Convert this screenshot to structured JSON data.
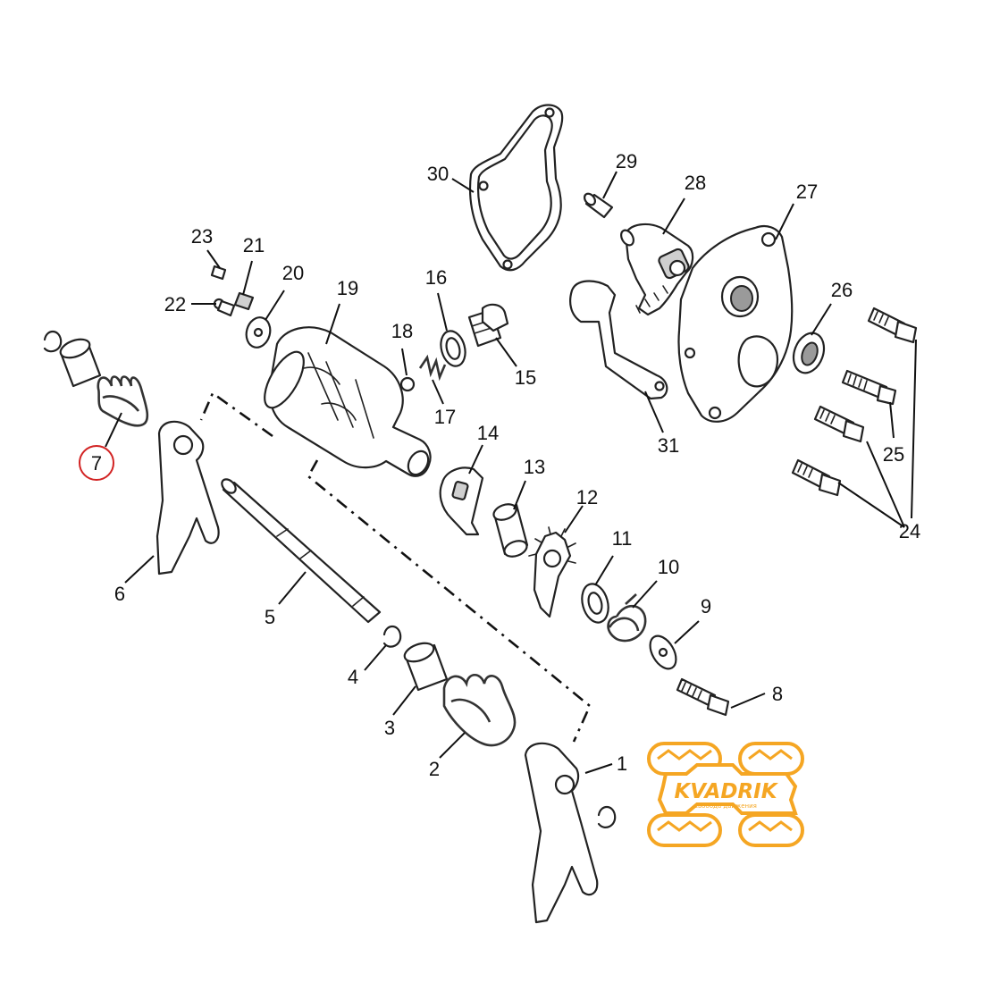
{
  "diagram": {
    "part_numbers": [
      "1",
      "2",
      "3",
      "4",
      "5",
      "6",
      "7",
      "8",
      "9",
      "10",
      "11",
      "12",
      "13",
      "14",
      "15",
      "16",
      "17",
      "18",
      "19",
      "20",
      "21",
      "22",
      "23",
      "24",
      "25",
      "26",
      "27",
      "28",
      "29",
      "30",
      "31"
    ],
    "highlighted_part": "7"
  },
  "logo": {
    "brand": "KVADRIK",
    "tagline": "свобода движения"
  },
  "colors": {
    "highlight": "#d22323",
    "logo": "#f5a623",
    "lines": "#222222"
  }
}
